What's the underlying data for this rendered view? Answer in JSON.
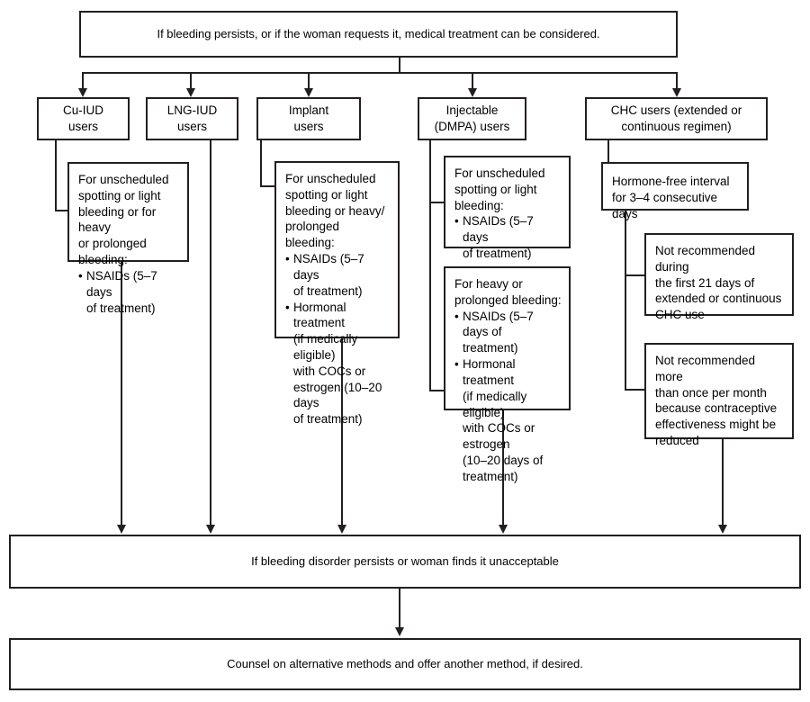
{
  "chart_data": {
    "type": "diagram",
    "title": "Management of bleeding irregularities flowchart",
    "nodes": [
      {
        "id": "top-banner",
        "text": "If bleeding persists, or if the woman requests it, medical treatment can be considered."
      },
      {
        "id": "cat-cu-iud",
        "text": "Cu-IUD users"
      },
      {
        "id": "cat-lng-iud",
        "text": "LNG-IUD users"
      },
      {
        "id": "cat-implant",
        "text": "Implant users"
      },
      {
        "id": "cat-injectable",
        "text": "Injectable (DMPA) users"
      },
      {
        "id": "cat-chc",
        "text": "CHC users (extended or continuous regimen)"
      },
      {
        "id": "detail-cu-iud",
        "text": "For unscheduled spotting or light bleeding or for heavy or prolonged bleeding: NSAIDs (5-7 days of treatment)"
      },
      {
        "id": "detail-implant",
        "text": "For unscheduled spotting or light bleeding or heavy/prolonged bleeding: NSAIDs (5-7 days of treatment); Hormonal treatment (if medically eligible) with COCs or estrogen (10-20 days of treatment)"
      },
      {
        "id": "detail-injectable-light",
        "text": "For unscheduled spotting or light bleeding: NSAIDs (5-7 days of treatment)"
      },
      {
        "id": "detail-injectable-heavy",
        "text": "For heavy or prolonged bleeding: NSAIDs (5-7 days of treatment); Hormonal treatment (if medically eligible) with COCs or estrogen (10-20 days of treatment)"
      },
      {
        "id": "detail-chc-hfi",
        "text": "Hormone-free interval for 3-4 consecutive days"
      },
      {
        "id": "note-chc-21days",
        "text": "Not recommended during the first 21 days of extended or continuous CHC use"
      },
      {
        "id": "note-chc-month",
        "text": "Not recommended more than once per month because contraceptive effectiveness might be reduced"
      },
      {
        "id": "bottom-persists",
        "text": "If bleeding disorder persists or woman finds it unacceptable"
      },
      {
        "id": "bottom-counsel",
        "text": "Counsel on alternative methods and offer another method, if desired."
      }
    ]
  },
  "colors": {
    "line": "#231f20",
    "background": "#ffffff",
    "text": "#000000"
  },
  "top_banner": {
    "text": "If bleeding persists, or if the woman requests it, medical treatment can be considered."
  },
  "categories": [
    {
      "line1": "Cu-IUD",
      "line2": "users"
    },
    {
      "line1": "LNG-IUD",
      "line2": "users"
    },
    {
      "line1": "Implant",
      "line2": "users"
    },
    {
      "line1": "Injectable",
      "line2": "(DMPA) users"
    },
    {
      "line1": "CHC users (extended or",
      "line2": "continuous regimen)"
    }
  ],
  "cu_iud_detail": {
    "heading_l1": "For unscheduled",
    "heading_l2": "spotting or light",
    "heading_l3": "bleeding or for heavy",
    "heading_l4": "or prolonged bleeding:",
    "bullet1_l1": "NSAIDs  (5–7 days",
    "bullet1_l2": "of treatment)"
  },
  "implant_detail": {
    "heading_l1": "For unscheduled",
    "heading_l2": "spotting or light",
    "heading_l3": "bleeding or heavy/",
    "heading_l4": "prolonged bleeding:",
    "bullet1_l1": "NSAIDs (5–7 days",
    "bullet1_l2": "of treatment)",
    "bullet2_l1": "Hormonal treatment",
    "bullet2_l2": "(if medically eligible)",
    "bullet2_l3": "with COCs or",
    "bullet2_l4": "estrogen (10–20 days",
    "bullet2_l5": "of treatment)"
  },
  "injectable_light_detail": {
    "heading_l1": "For unscheduled",
    "heading_l2": "spotting or light",
    "heading_l3": "bleeding:",
    "bullet1_l1": "NSAIDs (5–7 days",
    "bullet1_l2": "of treatment)"
  },
  "injectable_heavy_detail": {
    "heading_l1": "For heavy or",
    "heading_l2": "prolonged bleeding:",
    "bullet1_l1": "NSAIDs (5–7 days of",
    "bullet1_l2": "treatment)",
    "bullet2_l1": "Hormonal treatment",
    "bullet2_l2": "(if medically eligible)",
    "bullet2_l3": "with COCs or estrogen",
    "bullet2_l4": "(10–20 days of",
    "bullet2_l5": "treatment)"
  },
  "chc_hfi": {
    "line1": "Hormone-free interval",
    "line2": "for 3–4 consecutive days"
  },
  "chc_note_21days": {
    "line1": "Not recommended during",
    "line2": "the first 21 days of",
    "line3": "extended or continuous",
    "line4": "CHC use"
  },
  "chc_note_month": {
    "line1": "Not recommended more",
    "line2": "than once per month",
    "line3": "because contraceptive",
    "line4": "effectiveness might be",
    "line5": "reduced"
  },
  "bottom_persists": {
    "text": "If bleeding disorder persists or woman finds it unacceptable"
  },
  "bottom_counsel": {
    "text": "Counsel on alternative methods and offer another method, if desired."
  }
}
